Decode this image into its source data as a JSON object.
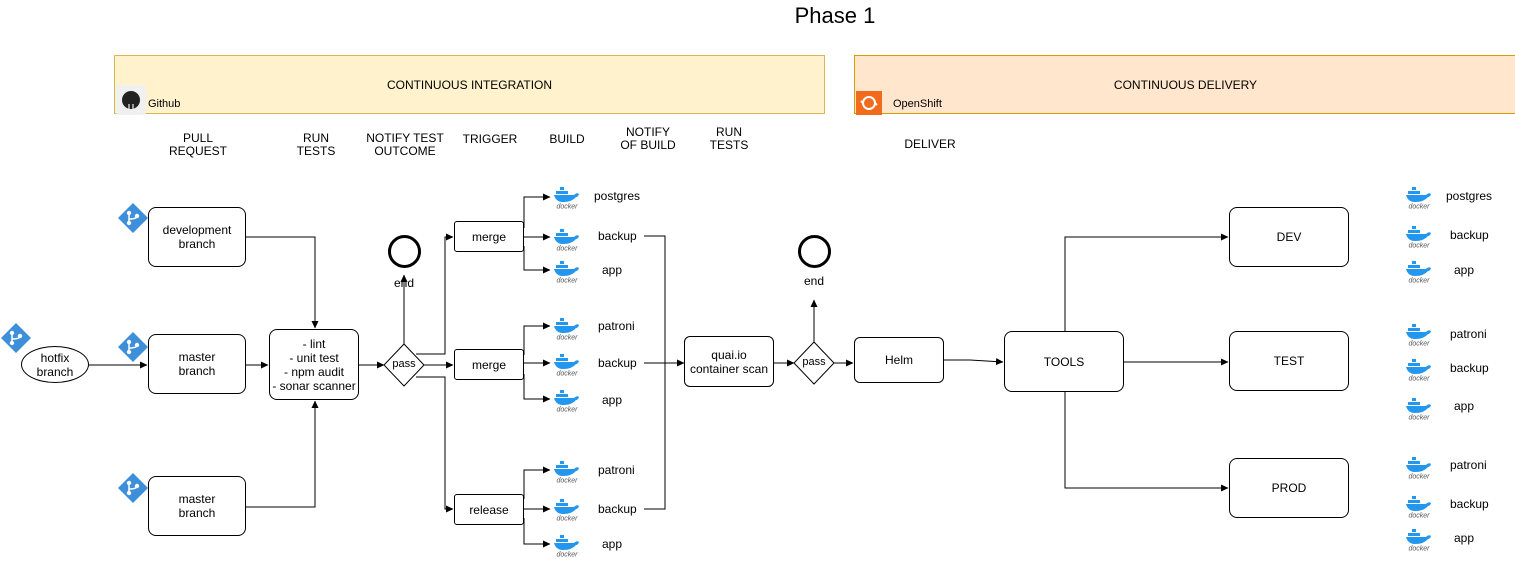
{
  "title": "Phase 1",
  "ci": {
    "label": "CONTINUOUS INTEGRATION",
    "vendor": "Github"
  },
  "cd": {
    "label": "CONTINUOUS DELIVERY",
    "vendor": "OpenShift"
  },
  "headers": {
    "pull_request": "PULL\nREQUEST",
    "run_tests": "RUN\nTESTS",
    "notify_test": "NOTIFY  TEST\nOUTCOME",
    "trigger": "TRIGGER",
    "build": "BUILD",
    "notify_build": "NOTIFY\nOF BUILD",
    "run_tests2": "RUN\nTESTS",
    "deliver": "DELIVER"
  },
  "nodes": {
    "hotfix": "hotfix\nbranch",
    "development": "development\nbranch",
    "master_mid": "master\nbranch",
    "master_bot": "master\nbranch",
    "checks": "- lint\n- unit test\n- npm audit\n- sonar scanner",
    "pass1": "pass",
    "pass2": "pass",
    "end1": "end",
    "end2": "end",
    "merge_top": "merge",
    "merge_mid": "merge",
    "release": "release",
    "quay": "quai.io\ncontainer scan",
    "helm": "Helm",
    "tools": "TOOLS",
    "dev": "DEV",
    "test": "TEST",
    "prod": "PROD"
  },
  "build_top": [
    "postgres",
    "backup",
    "app"
  ],
  "build_mid": [
    "patroni",
    "backup",
    "app"
  ],
  "build_bot": [
    "patroni",
    "backup",
    "app"
  ],
  "env_dev": [
    "postgres",
    "backup",
    "app"
  ],
  "env_test": [
    "patroni",
    "backup",
    "app"
  ],
  "env_prod": [
    "patroni",
    "backup",
    "app"
  ],
  "docker_word": "docker",
  "icons": {
    "github": "github-icon",
    "openshift": "openshift-icon",
    "git": "git-branch-icon",
    "docker": "docker-icon"
  },
  "colors": {
    "ci_band": "#fff2cc",
    "cd_band": "#ffe6cc",
    "lane": "#f5f5f5",
    "git": "#3d8fd9",
    "docker": "#2396ed",
    "openshift": "#f26a1b"
  }
}
